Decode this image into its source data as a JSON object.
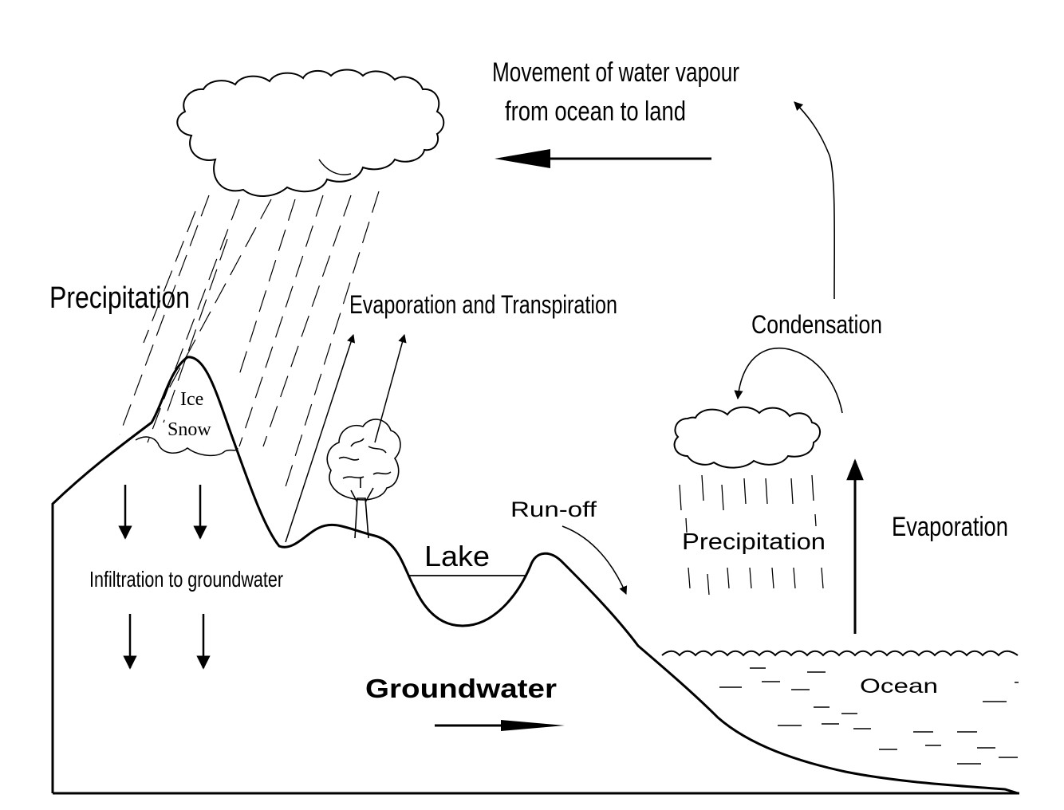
{
  "labels": {
    "vapour_line1": "Movement of water vapour",
    "vapour_line2": "from ocean to land",
    "precipitation_left": "Precipitation",
    "evapotranspiration": "Evaporation and Transpiration",
    "condensation": "Condensation",
    "ice": "Ice",
    "snow": "Snow",
    "runoff": "Run-off",
    "precipitation_right": "Precipitation",
    "evaporation": "Evaporation",
    "lake": "Lake",
    "infiltration": "Infiltration to groundwater",
    "ocean": "Ocean",
    "groundwater": "Groundwater"
  },
  "colors": {
    "ink": "#000000",
    "background": "#ffffff"
  }
}
